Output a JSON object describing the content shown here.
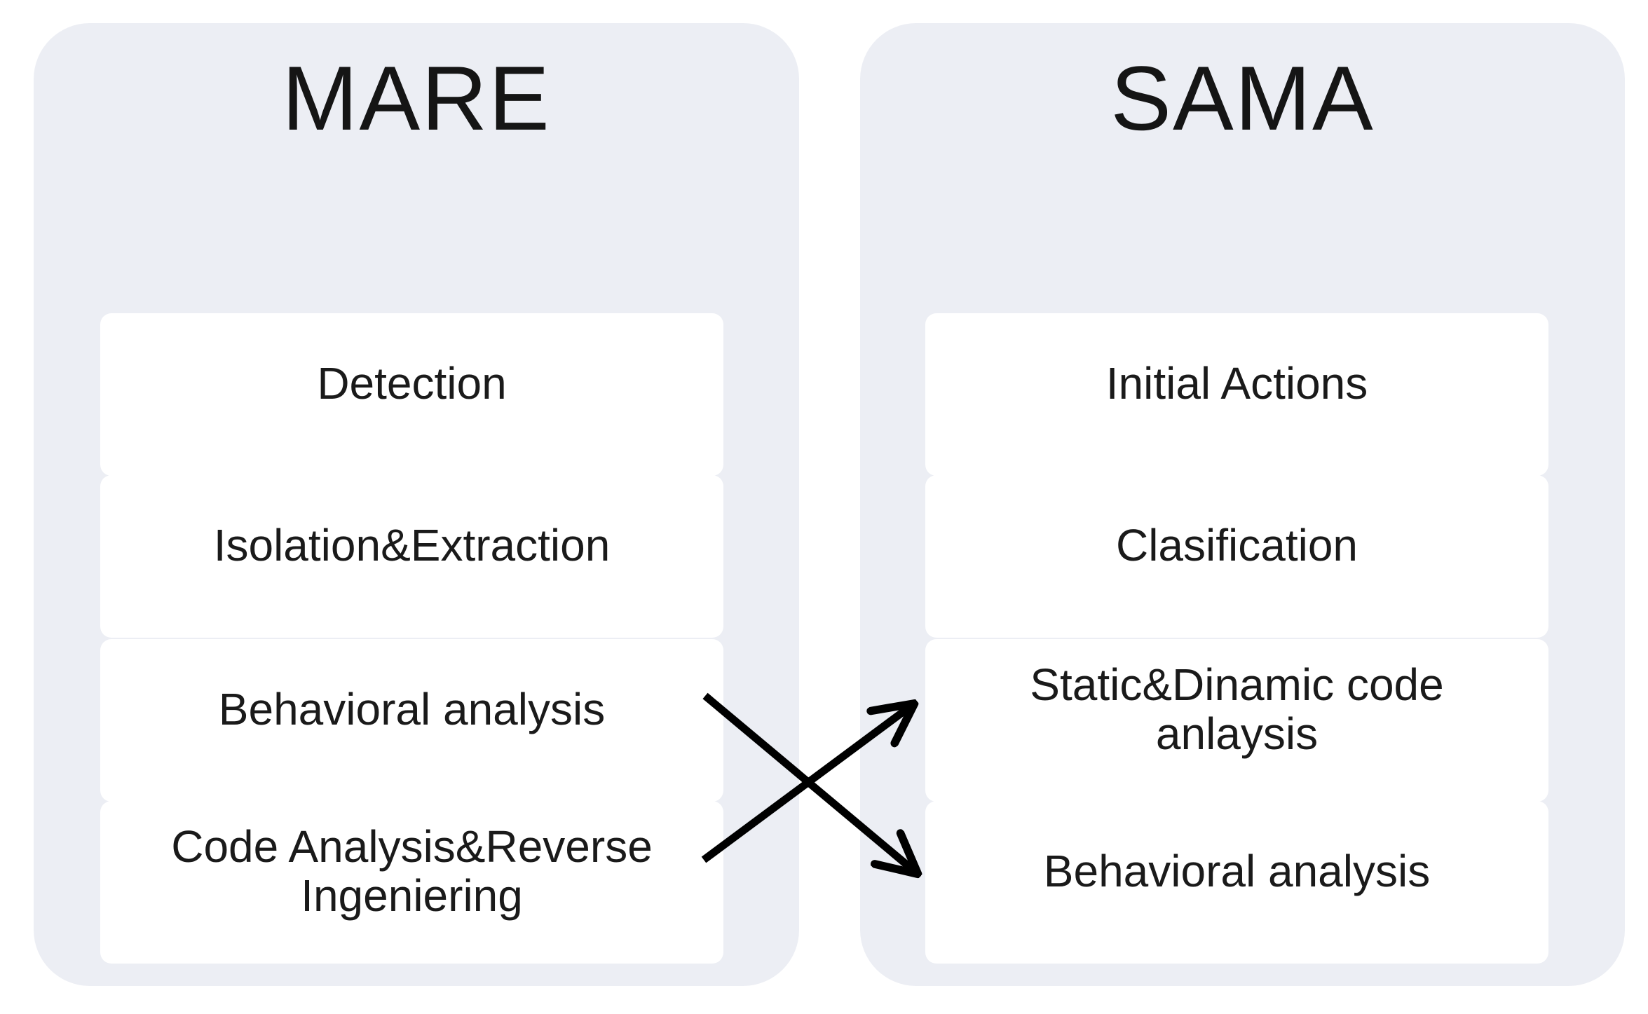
{
  "panels": [
    {
      "title": "MARE",
      "boxes": [
        {
          "label": "Detection"
        },
        {
          "label": "Isolation&Extraction"
        },
        {
          "label": "Behavioral analysis"
        },
        {
          "label": "Code Analysis&Reverse Ingeniering"
        }
      ]
    },
    {
      "title": "SAMA",
      "boxes": [
        {
          "label": "Initial Actions"
        },
        {
          "label": "Clasification"
        },
        {
          "label": "Static&Dinamic code anlaysis"
        },
        {
          "label": "Behavioral analysis"
        }
      ]
    }
  ],
  "arrows": [
    {
      "from": "Behavioral analysis (MARE)",
      "to": "Behavioral analysis (SAMA)"
    },
    {
      "from": "Code Analysis&Reverse Ingeniering (MARE)",
      "to": "Static&Dinamic code anlaysis (SAMA)"
    }
  ],
  "colors": {
    "page_bg": "#FFFFFF",
    "panel_bg": "#ECEEF4",
    "box_bg": "#FFFFFF",
    "text": "#1A1A1A",
    "arrow": "#000000"
  }
}
